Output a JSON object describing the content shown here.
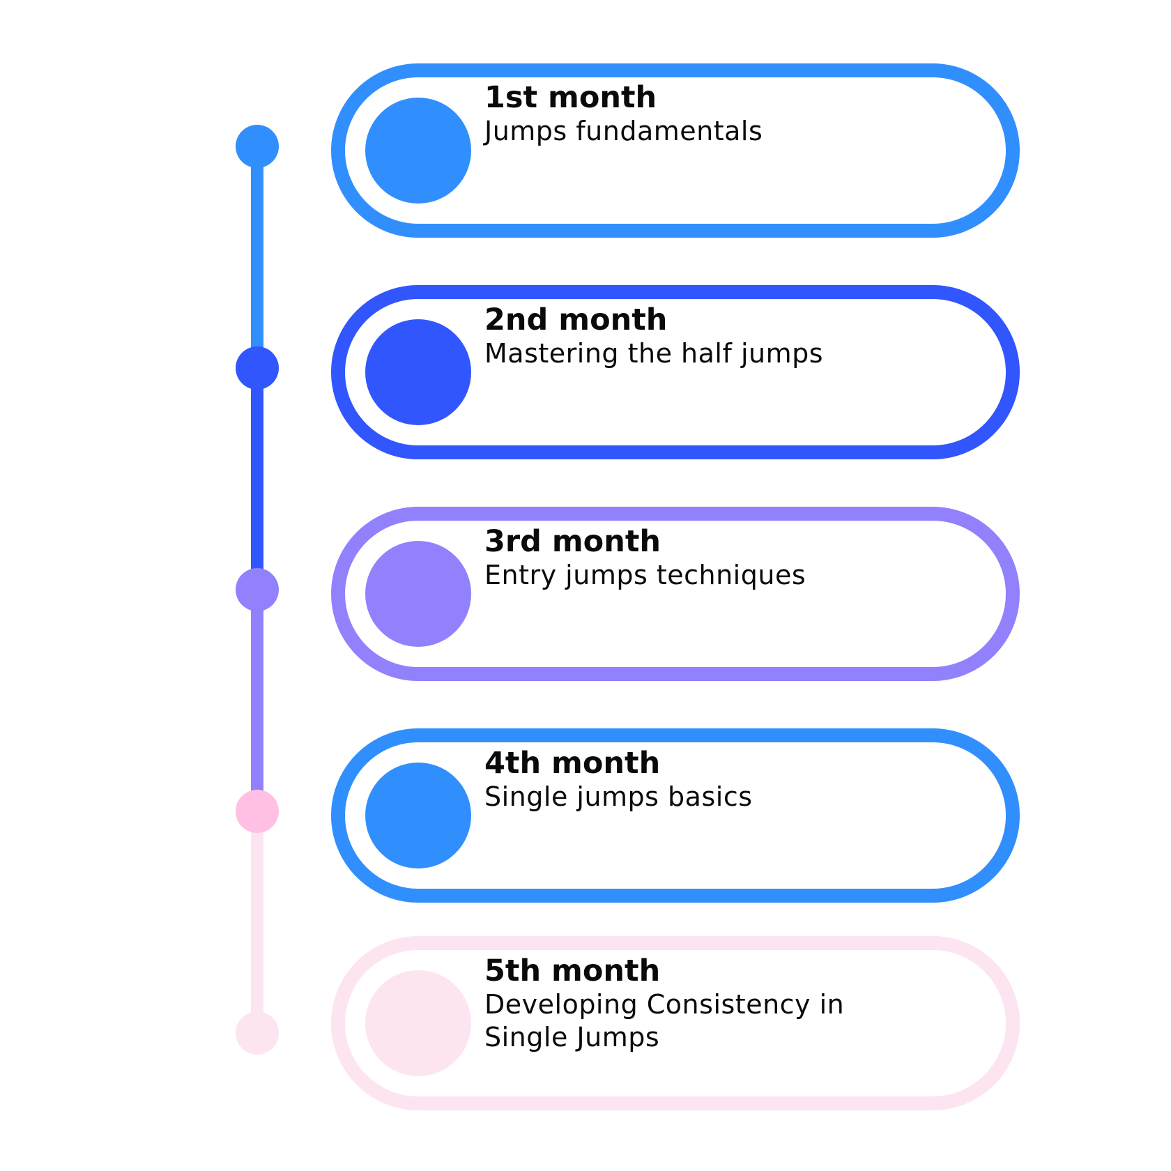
{
  "steps": [
    {
      "month": "1st month",
      "description": "Jumps fundamentals",
      "color": "#318ffd"
    },
    {
      "month": "2nd month",
      "description": "Mastering the half jumps",
      "color": "#3256fe"
    },
    {
      "month": "3rd month",
      "description": "Entry jumps techniques",
      "color": "#9281fd"
    },
    {
      "month": "4th month",
      "description": "Single jumps basics",
      "color": "#318ffd"
    },
    {
      "month": "5th month",
      "description": "Developing Consistency in Single Jumps",
      "color": "#fce4f1"
    }
  ],
  "timeline": {
    "segment_colors": [
      "#318ffd",
      "#3256fe",
      "#9281fd",
      "#fce4f1"
    ],
    "node_colors": [
      "#318ffd",
      "#3256fe",
      "#9281fd",
      "#ffc0e3",
      "#fce4f1"
    ]
  }
}
